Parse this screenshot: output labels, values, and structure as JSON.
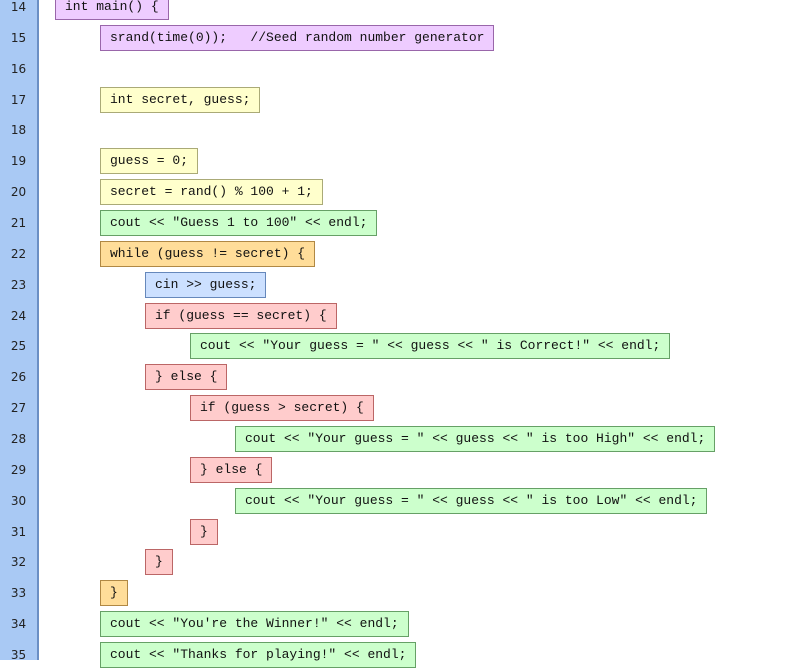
{
  "lines": [
    {
      "num": "14",
      "code": "int main() {",
      "indent": 0,
      "kind": "purple"
    },
    {
      "num": "15",
      "code": "srand(time(0));   //Seed random number generator",
      "indent": 1,
      "kind": "purple"
    },
    {
      "num": "16",
      "code": null,
      "indent": 0,
      "kind": null
    },
    {
      "num": "17",
      "code": "int secret, guess;",
      "indent": 1,
      "kind": "yellow"
    },
    {
      "num": "18",
      "code": null,
      "indent": 0,
      "kind": null
    },
    {
      "num": "19",
      "code": "guess = 0;",
      "indent": 1,
      "kind": "yellow"
    },
    {
      "num": "20",
      "code": "secret = rand() % 100 + 1;",
      "indent": 1,
      "kind": "yellow"
    },
    {
      "num": "21",
      "code": "cout << \"Guess 1 to 100\" << endl;",
      "indent": 1,
      "kind": "green"
    },
    {
      "num": "22",
      "code": "while (guess != secret) {",
      "indent": 1,
      "kind": "orange"
    },
    {
      "num": "23",
      "code": "cin >> guess;",
      "indent": 2,
      "kind": "blue"
    },
    {
      "num": "24",
      "code": "if (guess == secret) {",
      "indent": 2,
      "kind": "pink"
    },
    {
      "num": "25",
      "code": "cout << \"Your guess = \" << guess << \" is Correct!\" << endl;",
      "indent": 3,
      "kind": "green"
    },
    {
      "num": "26",
      "code": "} else {",
      "indent": 2,
      "kind": "pink"
    },
    {
      "num": "27",
      "code": "if (guess > secret) {",
      "indent": 3,
      "kind": "pink"
    },
    {
      "num": "28",
      "code": "cout << \"Your guess = \" << guess << \" is too High\" << endl;",
      "indent": 4,
      "kind": "green"
    },
    {
      "num": "29",
      "code": "} else {",
      "indent": 3,
      "kind": "pink"
    },
    {
      "num": "30",
      "code": "cout << \"Your guess = \" << guess << \" is too Low\" << endl;",
      "indent": 4,
      "kind": "green"
    },
    {
      "num": "31",
      "code": "}",
      "indent": 3,
      "kind": "pink"
    },
    {
      "num": "32",
      "code": "}",
      "indent": 2,
      "kind": "pink"
    },
    {
      "num": "33",
      "code": "}",
      "indent": 1,
      "kind": "orange"
    },
    {
      "num": "34",
      "code": "cout << \"You're the Winner!\" << endl;",
      "indent": 1,
      "kind": "green"
    },
    {
      "num": "35",
      "code": "cout << \"Thanks for playing!\" << endl;",
      "indent": 1,
      "kind": "green"
    }
  ]
}
